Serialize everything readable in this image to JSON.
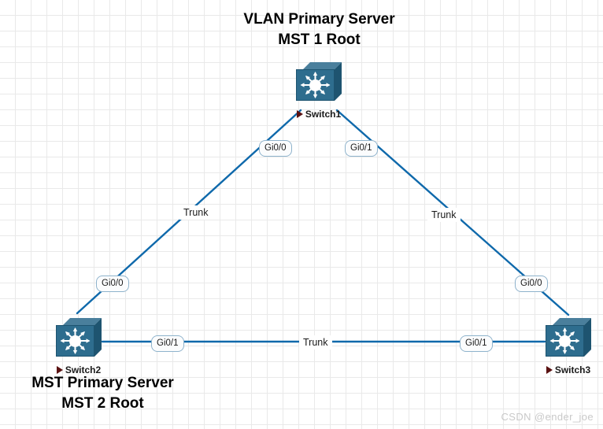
{
  "diagram": {
    "background": "#ffffff",
    "grid_color": "#e9e9e9",
    "link_color": "#0f69ab",
    "switch_color": "#2e6d8e"
  },
  "annotations": {
    "top": {
      "line1": "VLAN Primary Server",
      "line2": "MST 1 Root"
    },
    "bottom": {
      "line1": "MST Primary Server",
      "line2": "MST 2 Root"
    }
  },
  "nodes": [
    {
      "id": "switch1",
      "name": "Switch1",
      "icon": "switch-icon"
    },
    {
      "id": "switch2",
      "name": "Switch2",
      "icon": "switch-icon"
    },
    {
      "id": "switch3",
      "name": "Switch3",
      "icon": "switch-icon"
    }
  ],
  "links": [
    {
      "id": "link-sw1-sw2",
      "from": "Switch1",
      "to": "Switch2",
      "from_port": "Gi0/0",
      "to_port": "Gi0/0",
      "mode": "Trunk"
    },
    {
      "id": "link-sw1-sw3",
      "from": "Switch1",
      "to": "Switch3",
      "from_port": "Gi0/1",
      "to_port": "Gi0/0",
      "mode": "Trunk"
    },
    {
      "id": "link-sw2-sw3",
      "from": "Switch2",
      "to": "Switch3",
      "from_port": "Gi0/1",
      "to_port": "Gi0/1",
      "mode": "Trunk"
    }
  ],
  "watermark": "CSDN @ender_joe"
}
